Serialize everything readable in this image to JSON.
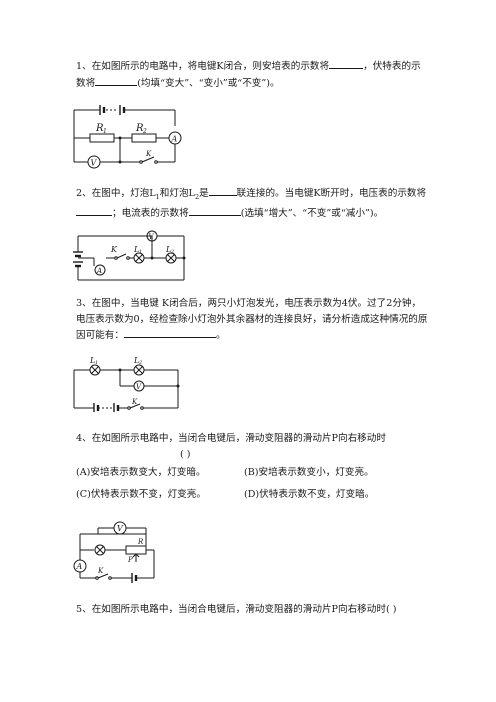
{
  "q1": {
    "p1": "1、在如图所示的电路中，将电键K闭合，则安培表的示数将",
    "p2": "，伏特表的示数将",
    "p3": "(均填“变大”、“变小”或“不变”)。",
    "labels": {
      "r1": "R",
      "r1_sub": "1",
      "r2": "R",
      "r2_sub": "2",
      "ammeter": "A",
      "voltmeter": "V",
      "key": "K"
    }
  },
  "q2": {
    "p1": "2、在图中，灯泡L",
    "s1": "1",
    "p2": "和灯泡L",
    "s2": "2",
    "p3": "是",
    "p4": "联连接的。当电键K断开时，电压表的示数将",
    "p5": "；电流表的示数将",
    "p6": "(选填“增大”、“不变”或“减小”)。",
    "labels": {
      "key": "K",
      "l1": "L",
      "l1_sub": "1",
      "l2": "L",
      "l2_sub": "2",
      "voltmeter": "V",
      "ammeter": "A"
    }
  },
  "q3": {
    "p1": "3、在图中，当电键 K闭合后，两只小灯泡发光，电压表示数为4伏。过了2分钟，电压表示数为0，经检查除小灯泡外其余器材的连接良好，请分析造成这种情况的原因可能有：",
    "p2": "。",
    "labels": {
      "l1": "L",
      "l1_sub": "1",
      "l2": "L",
      "l2_sub": "2",
      "voltmeter": "V",
      "key": "K"
    }
  },
  "q4": {
    "p1": "4、在如图所示电路中，当闭合电键后，滑动变阻器的滑动片P向右移动时",
    "paren": "(        )",
    "options": [
      "(A)安培表示数变大，灯变暗。",
      "(B)安培表示数变小，灯变亮。",
      "(C)伏特表示数不变，灯变亮。",
      "(D)伏特表示数不变，灯变暗。"
    ],
    "labels": {
      "voltmeter": "V",
      "ammeter": "A",
      "r": "R",
      "p": "P",
      "key": "K"
    }
  },
  "q5": {
    "p1": "5、在如图所示电路中，当闭合电键后，滑动变阻器的滑动片P向右移动时(        )"
  }
}
